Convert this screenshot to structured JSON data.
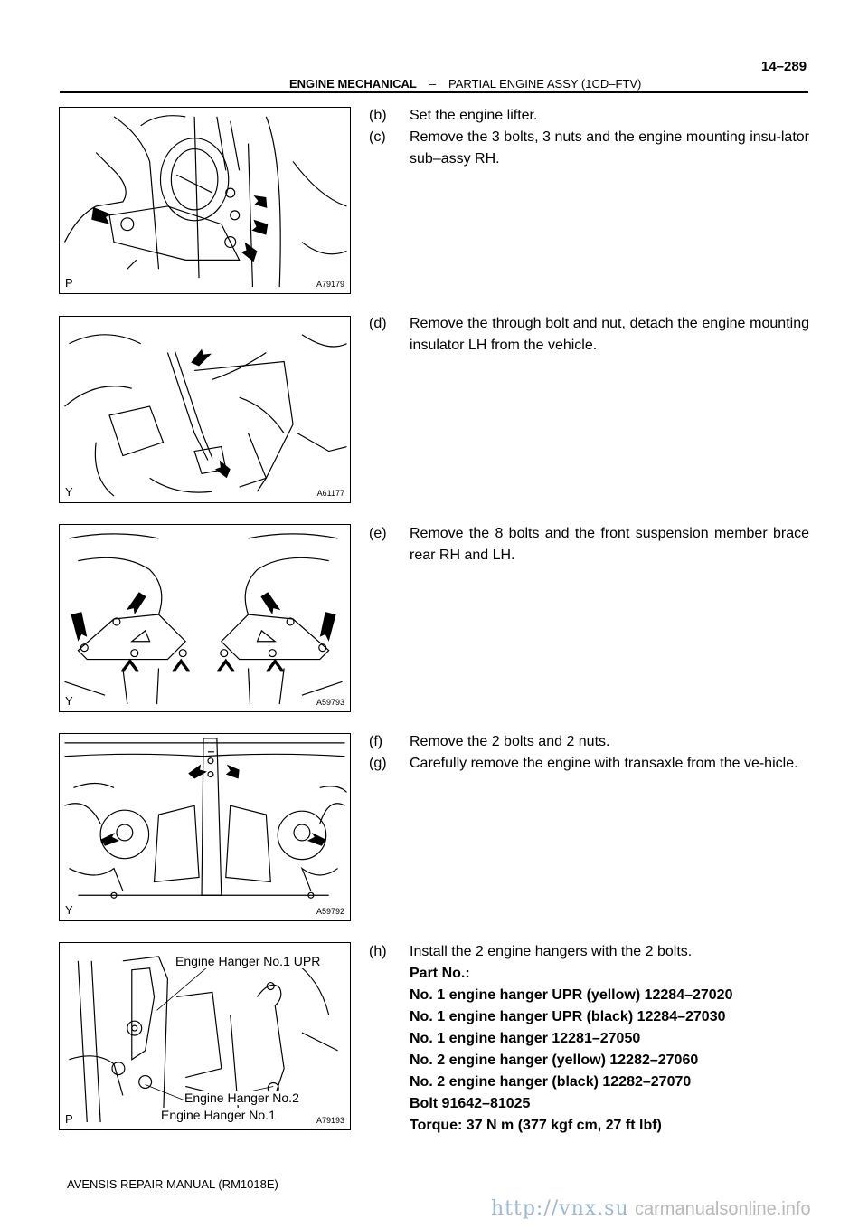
{
  "header": {
    "section": "ENGINE MECHANICAL",
    "dash": "–",
    "title": "PARTIAL ENGINE ASSY (1CD–FTV)",
    "page_number": "14–289"
  },
  "figures": [
    {
      "letter": "P",
      "code": "A79179"
    },
    {
      "letter": "Y",
      "code": "A61177"
    },
    {
      "letter": "Y",
      "code": "A59793"
    },
    {
      "letter": "Y",
      "code": "A59792"
    },
    {
      "letter": "P",
      "code": "A79193",
      "callouts": [
        "Engine Hanger No.1 UPR",
        "Engine Hanger No.2",
        "Engine Hanger No.1"
      ]
    }
  ],
  "steps": [
    {
      "label": "(b)",
      "text": "Set the engine lifter."
    },
    {
      "label": "(c)",
      "text": "Remove the 3 bolts, 3 nuts and the engine mounting insu-lator sub–assy RH."
    },
    {
      "label": "(d)",
      "text": "Remove the through bolt and nut, detach the engine mounting insulator LH from the vehicle."
    },
    {
      "label": "(e)",
      "text": "Remove the 8 bolts and the front suspension member brace rear RH and LH."
    },
    {
      "label": "(f)",
      "text": "Remove the 2 bolts and 2 nuts."
    },
    {
      "label": "(g)",
      "text": "Carefully remove the engine with transaxle from the ve-hicle."
    },
    {
      "label": "(h)",
      "text": "Install the 2 engine hangers with the 2 bolts."
    }
  ],
  "spec": {
    "heading": "Part No.:",
    "lines": [
      "No. 1 engine hanger UPR (yellow) 12284–27020",
      "No. 1 engine hanger UPR (black) 12284–27030",
      "No. 1 engine hanger 12281–27050",
      "No. 2 engine hanger (yellow) 12282–27060",
      "No. 2 engine hanger (black) 12282–27070",
      "Bolt 91642–81025",
      "Torque: 37 N m (377 kgf cm, 27 ft lbf)"
    ]
  },
  "footer": {
    "manual": "AVENSIS REPAIR MANUAL   (RM1018E)"
  },
  "watermark": {
    "text": "http://vnx.su",
    "brand": "carmanualsonline.info"
  }
}
